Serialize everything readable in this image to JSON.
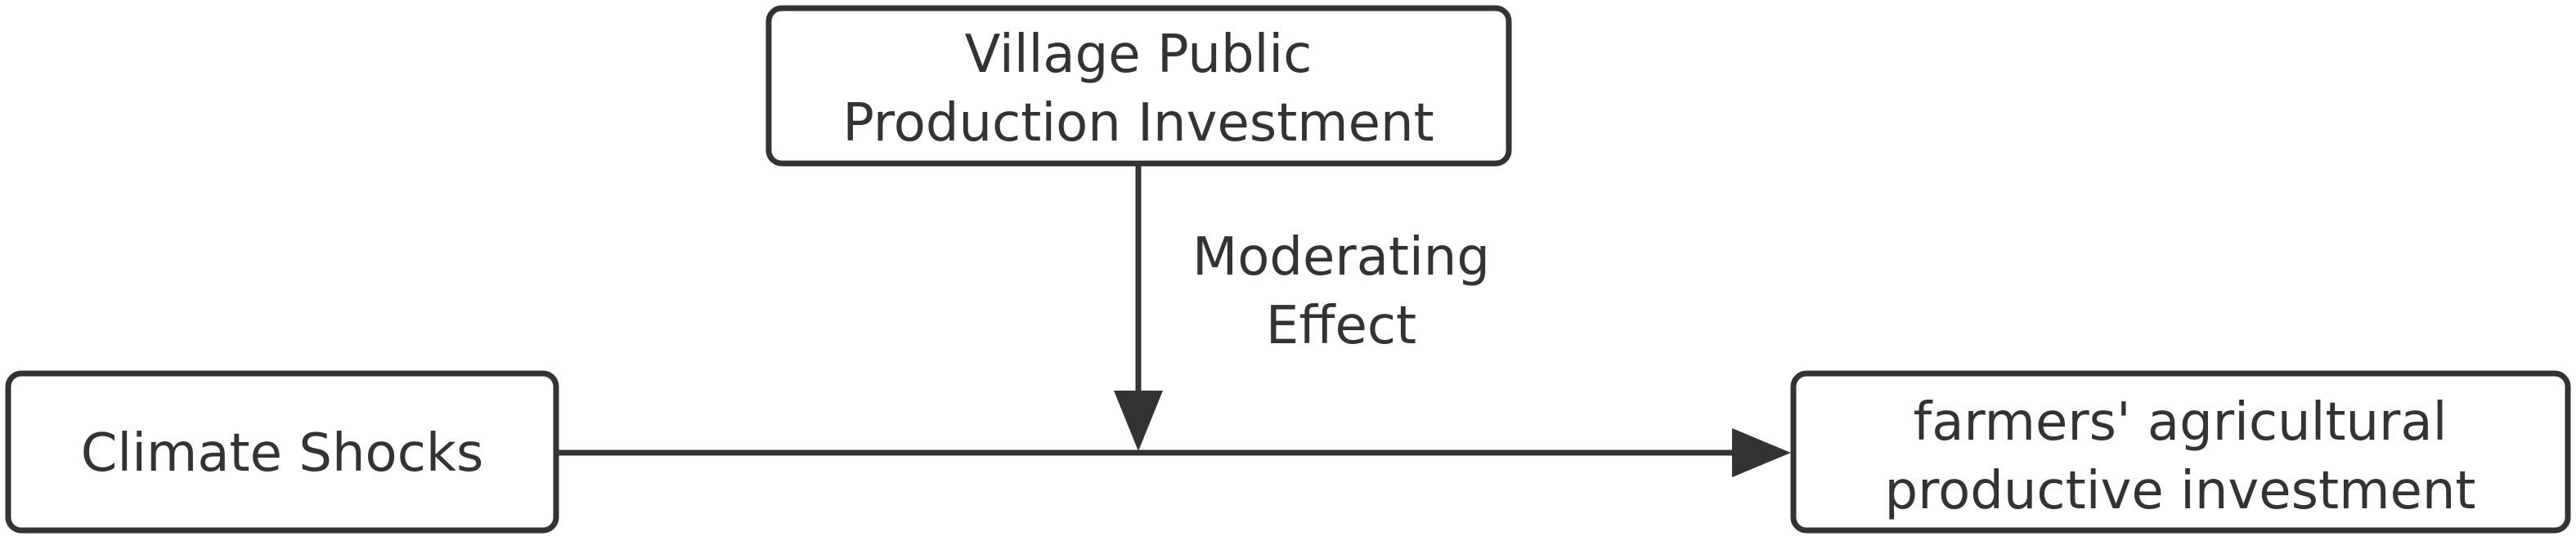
{
  "diagram": {
    "nodes": {
      "moderator": {
        "line1": "Village Public",
        "line2": "Production Investment"
      },
      "independent": {
        "line1": "Climate Shocks"
      },
      "dependent": {
        "line1": "farmers' agricultural",
        "line2": "productive investment"
      }
    },
    "edge_label": {
      "line1": "Moderating",
      "line2": "Effect"
    },
    "colors": {
      "stroke": "#333333",
      "text": "#333333",
      "background": "#ffffff"
    }
  }
}
